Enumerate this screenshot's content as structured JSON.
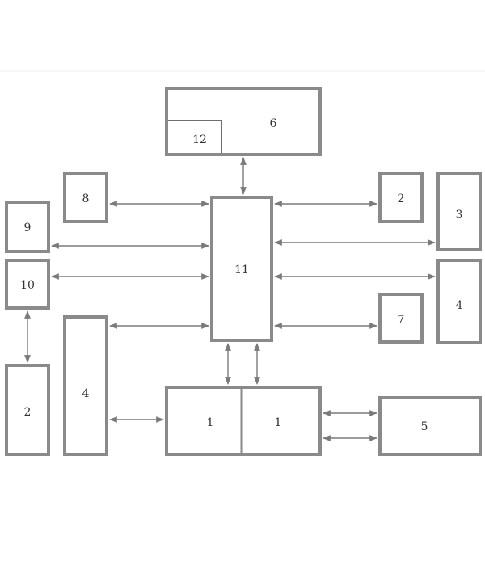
{
  "blocks": {
    "b6": {
      "label": "6"
    },
    "b12": {
      "label": "12"
    },
    "b8": {
      "label": "8"
    },
    "b2_top": {
      "label": "2"
    },
    "b3": {
      "label": "3"
    },
    "b9": {
      "label": "9"
    },
    "b10": {
      "label": "10"
    },
    "b11": {
      "label": "11"
    },
    "b4_right": {
      "label": "4"
    },
    "b7": {
      "label": "7"
    },
    "b4_left": {
      "label": "4"
    },
    "b2_bottom": {
      "label": "2"
    },
    "b1_left": {
      "label": "1"
    },
    "b1_right": {
      "label": "1"
    },
    "b5": {
      "label": "5"
    }
  },
  "colors": {
    "border": "#8a8a8a",
    "connector": "#7a7a7a",
    "text": "#333333"
  }
}
